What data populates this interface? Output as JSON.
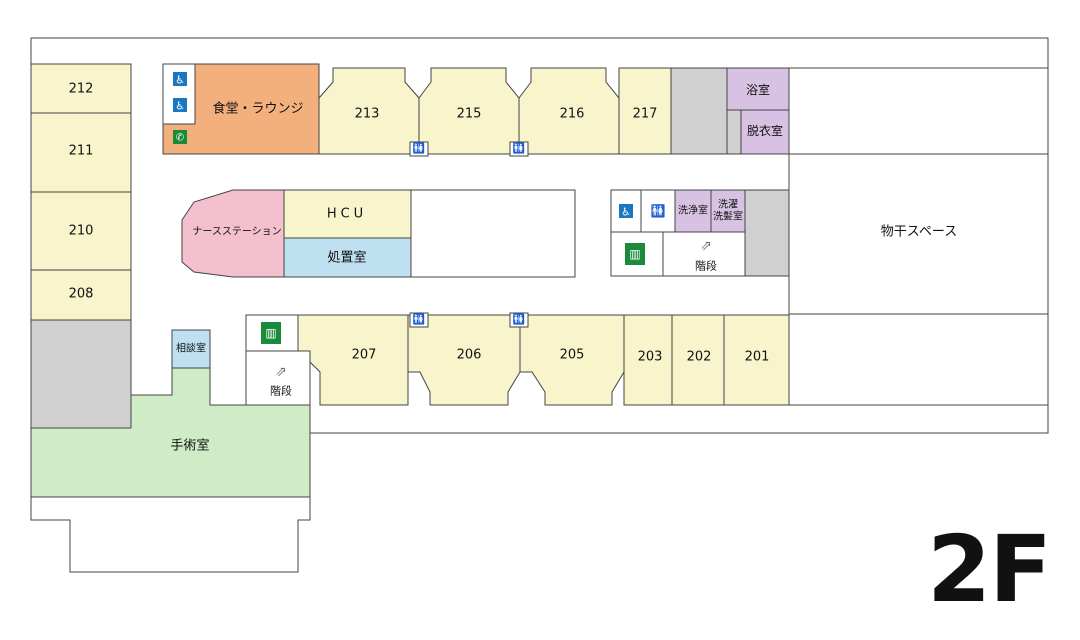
{
  "floor": {
    "label": "2F"
  },
  "colors": {
    "room": "#f8f5cc",
    "dining": "#f3b07d",
    "nurse_station": "#f5c0cd",
    "treatment": "#bfe0f0",
    "bath": "#d8c2e3",
    "surgery": "#cfecc6",
    "storage": "#d0d0d0",
    "accessible_icon": "#1a78c2",
    "phone_icon": "#1b8a3a",
    "exit_icon": "#1b8a3a"
  },
  "rooms": {
    "r212": "212",
    "r211": "211",
    "r210": "210",
    "r208": "208",
    "r213": "213",
    "r215": "215",
    "r216": "216",
    "r217": "217",
    "r207": "207",
    "r206": "206",
    "r205": "205",
    "r203": "203",
    "r202": "202",
    "r201": "201",
    "dining": "食堂・ラウンジ",
    "bath": "浴室",
    "dressing": "脱衣室",
    "nurse_station": "ナースステーション",
    "hcu": "HCU",
    "treatment": "処置室",
    "wash_room": "洗浄室",
    "laundry_hair": [
      "洗濯",
      "洗髪室"
    ],
    "drying_space": "物干スペース",
    "consultation": "相談室",
    "surgery": "手術室",
    "stairs_east": "階段",
    "stairs_west": "階段"
  }
}
